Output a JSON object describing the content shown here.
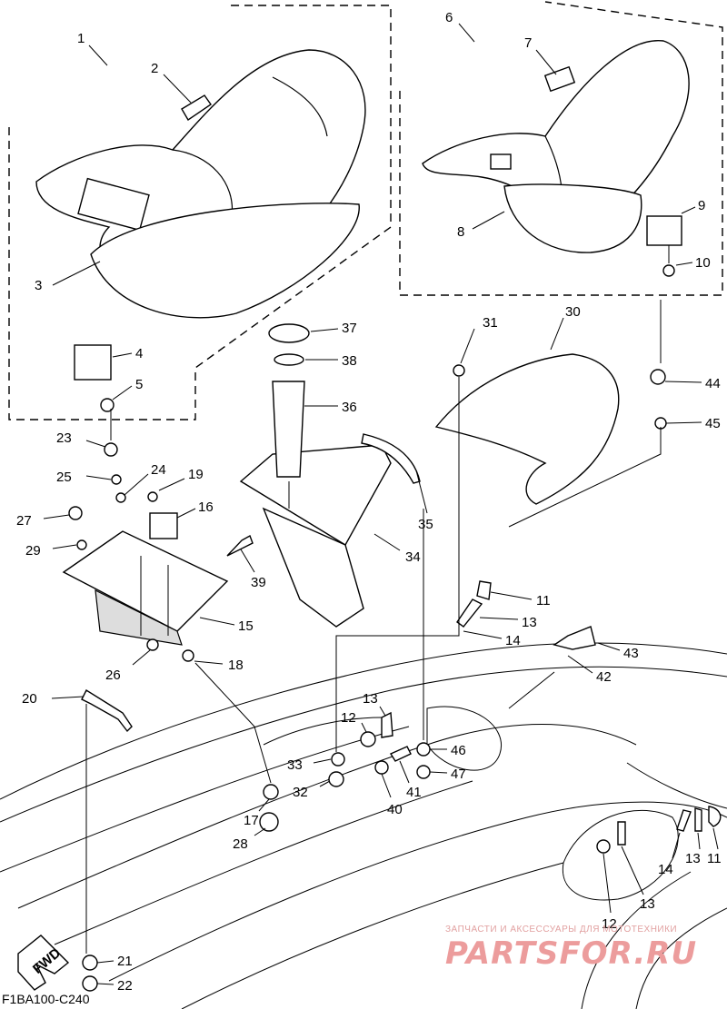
{
  "diagram_code": "F1BA100-C240",
  "fwd_label": "FWD",
  "watermark": {
    "line1": "ЗАПЧАСТИ И АКСЕССУАРЫ ДЛЯ МОТОТЕХНИКИ",
    "brand": "PARTSFOR.RU"
  },
  "callouts": [
    "1",
    "2",
    "3",
    "4",
    "5",
    "6",
    "7",
    "8",
    "9",
    "10",
    "11",
    "12",
    "13",
    "14",
    "15",
    "16",
    "17",
    "18",
    "19",
    "20",
    "21",
    "22",
    "23",
    "24",
    "25",
    "26",
    "27",
    "28",
    "29",
    "30",
    "31",
    "32",
    "33",
    "34",
    "35",
    "36",
    "37",
    "38",
    "39",
    "40",
    "41",
    "42",
    "43",
    "44",
    "45",
    "46",
    "47"
  ],
  "extra_callouts": [
    "11",
    "13",
    "14",
    "12",
    "13",
    "11",
    "13",
    "14",
    "13",
    "12"
  ],
  "colors": {
    "line": "#000000",
    "watermark": "#ec9c9c"
  }
}
